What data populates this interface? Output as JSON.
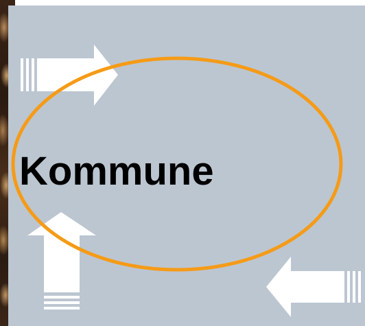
{
  "diagram": {
    "center_label": "Kommune",
    "ellipse_color": "#f59b17",
    "arrow_color": "#ffffff",
    "panel_color": "#bcc6d1",
    "arrows": [
      {
        "name": "arrow-right",
        "direction": "right"
      },
      {
        "name": "arrow-up",
        "direction": "up"
      },
      {
        "name": "arrow-left",
        "direction": "left"
      }
    ]
  }
}
